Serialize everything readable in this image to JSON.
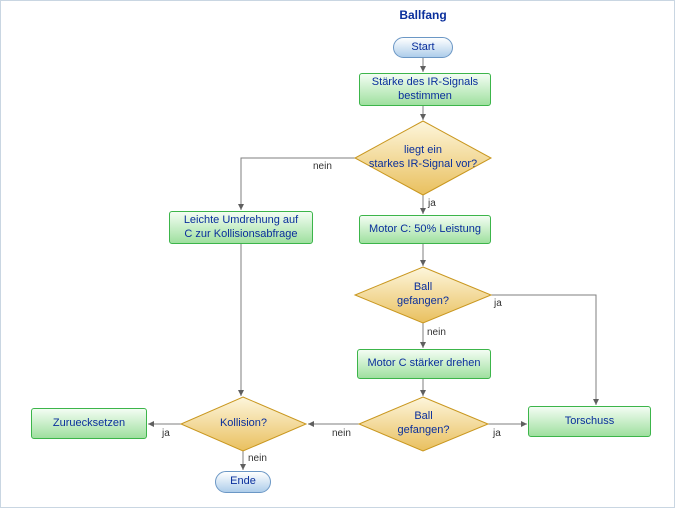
{
  "title": "Ballfang",
  "nodes": {
    "start": "Start",
    "ir_measure": "Stärke des IR-Signals\nbestimmen",
    "ir_decision": "liegt ein\nstarkes IR-Signal vor?",
    "rotation": "Leichte Umdrehung auf\nC zur Kollisionsabfrage",
    "motor_50": "Motor C: 50% Leistung",
    "ball_caught_1": "Ball\ngefangen?",
    "motor_more": "Motor C stärker drehen",
    "ball_caught_2": "Ball\ngefangen?",
    "collision": "Kollision?",
    "reset": "Zuruecksetzen",
    "goal_shot": "Torschuss",
    "end": "Ende"
  },
  "edge_labels": {
    "ir_no": "nein",
    "ir_yes": "ja",
    "ball1_yes": "ja",
    "ball1_no": "nein",
    "ball2_no": "nein",
    "ball2_yes": "ja",
    "collision_yes": "ja",
    "collision_no": "nein"
  },
  "colors": {
    "process_border": "#3cb54a",
    "process_fill_top": "#f3fdf3",
    "process_fill_bottom": "#9fe09f",
    "decision_border": "#c9971f",
    "decision_fill_top": "#fdf6dc",
    "decision_fill_bottom": "#e9c05e",
    "terminal_border": "#6b97c5",
    "terminal_fill_top": "#ffffff",
    "terminal_fill_bottom": "#aecdea",
    "node_text": "#0a2f9c",
    "edge_line": "#7f7f7f",
    "edge_label_text": "#333333"
  }
}
